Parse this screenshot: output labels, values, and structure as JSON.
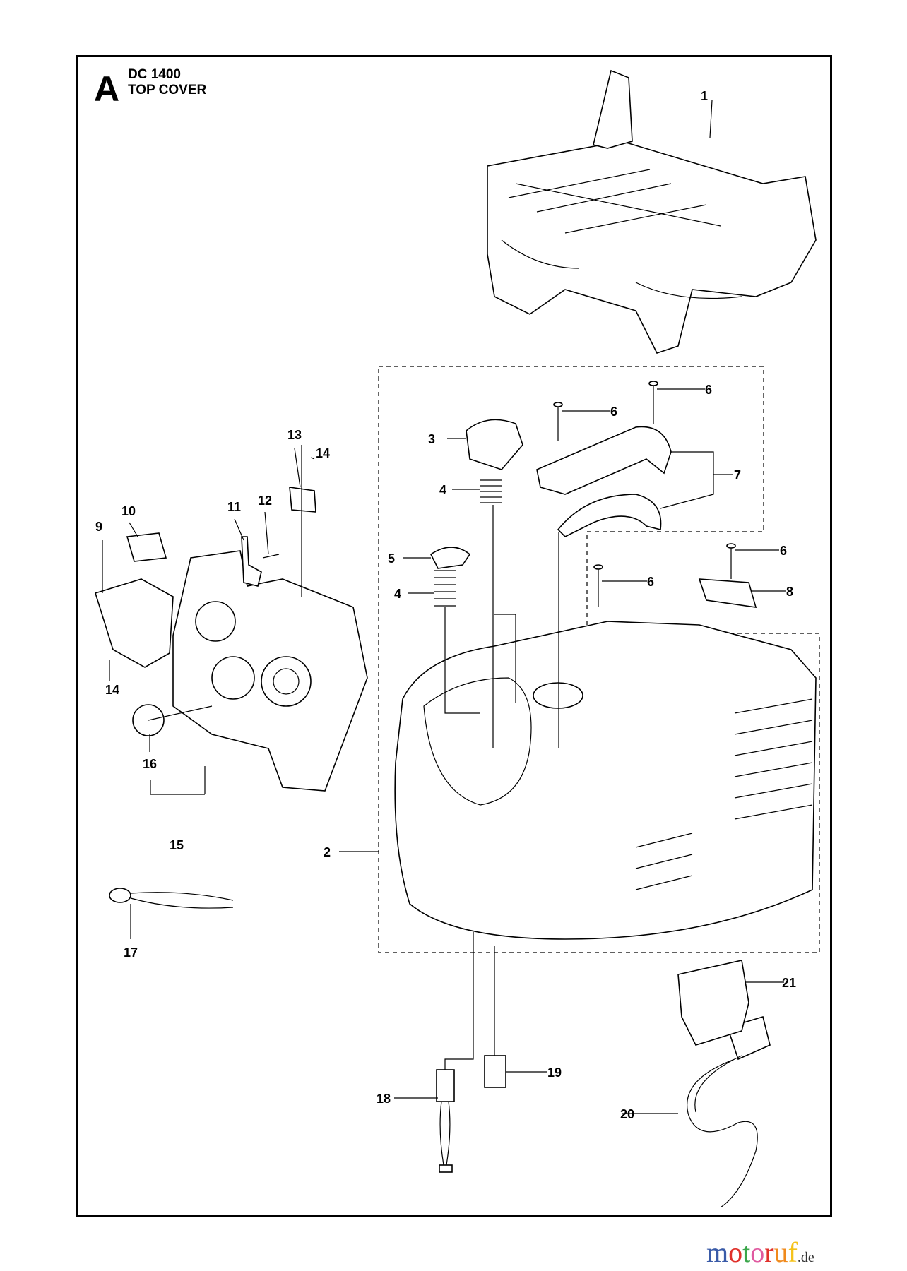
{
  "header": {
    "section_letter": "A",
    "model": "DC 1400",
    "title": "TOP COVER"
  },
  "callouts": [
    "1",
    "2",
    "3",
    "4",
    "4",
    "5",
    "6",
    "6",
    "6",
    "6",
    "7",
    "8",
    "9",
    "10",
    "11",
    "12",
    "13",
    "14",
    "14",
    "15",
    "16",
    "17",
    "18",
    "19",
    "20",
    "21"
  ],
  "watermark": {
    "text": "motoruf",
    "suffix": ".de",
    "colors": [
      "#3a5ba8",
      "#e0312b",
      "#3aa64a",
      "#e05aa0",
      "#e0312b",
      "#f08a1d",
      "#f5c21a"
    ]
  }
}
